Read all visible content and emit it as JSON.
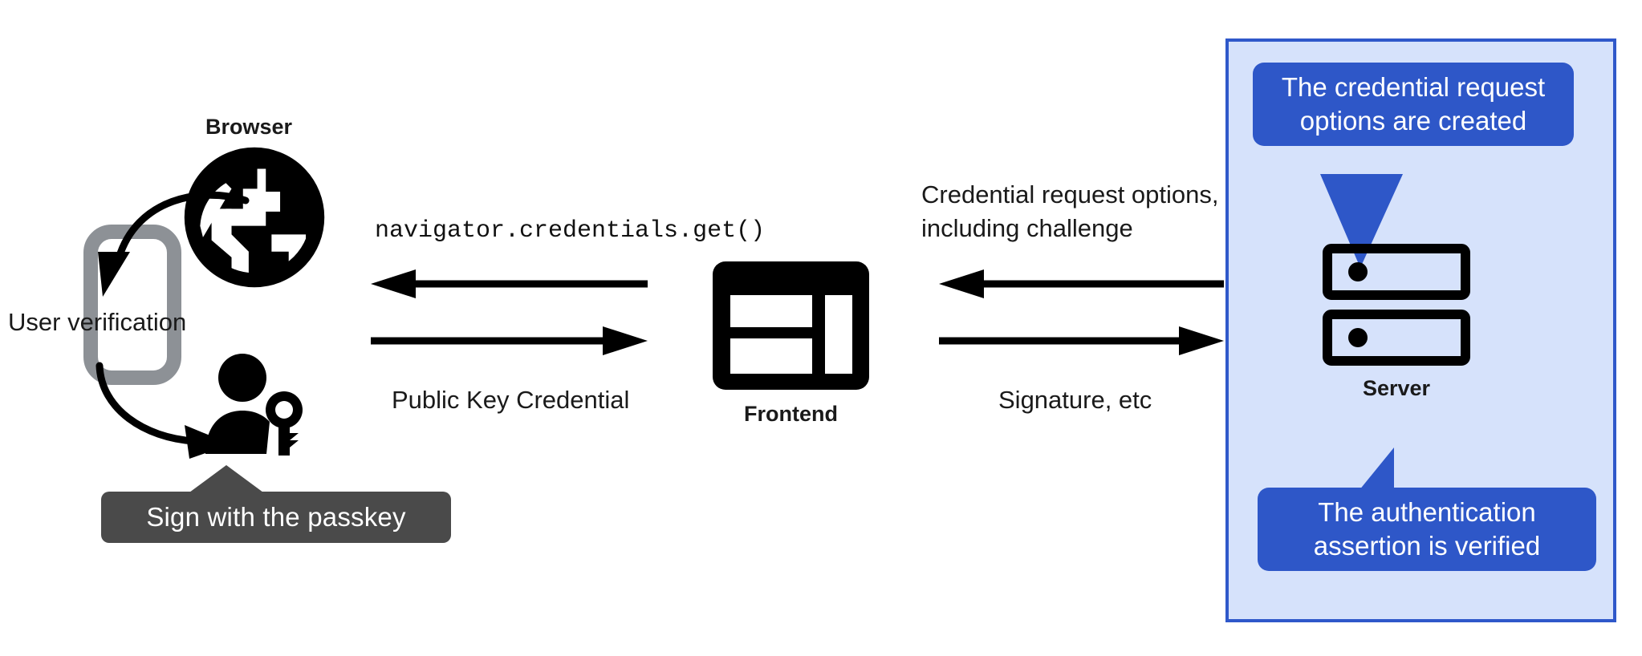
{
  "diagram": {
    "title": "WebAuthn passkey authentication flow",
    "colors": {
      "panel_background": "#d6e2fb",
      "panel_border": "#2f58ca",
      "callout_blue": "#2e57c8",
      "tooltip_dark": "#4a4a4a",
      "icon_black": "#000000",
      "phone_gray": "#8d9196",
      "page_background": "#ffffff"
    }
  },
  "actors": {
    "browser": {
      "label": "Browser",
      "icon": "globe-icon"
    },
    "frontend": {
      "label": "Frontend",
      "icon": "dashboard-icon"
    },
    "server": {
      "label": "Server",
      "icon": "server-rack-icon"
    },
    "authenticator": {
      "icon": "phone-icon"
    },
    "user": {
      "icon": "person-with-key-icon"
    }
  },
  "annotations": {
    "user_verification": "User verification",
    "sign_with_passkey": "Sign with the passkey",
    "credential_request_created": "The credential request\noptions are created",
    "credential_request_created_lines": [
      "The credential request",
      "options are created"
    ],
    "assertion_verified": "The authentication\nassertion is verified",
    "assertion_verified_lines": [
      "The authentication",
      "assertion is verified"
    ]
  },
  "flows": {
    "browser_to_frontend": {
      "above_label": "navigator.credentials.get()",
      "below_label": "Public Key Credential",
      "arrow_top_direction": "left",
      "arrow_bottom_direction": "right"
    },
    "frontend_to_server": {
      "above_label_lines": [
        "Credential request options,",
        "including challenge"
      ],
      "below_label": "Signature, etc",
      "arrow_top_direction": "left",
      "arrow_bottom_direction": "right"
    }
  }
}
